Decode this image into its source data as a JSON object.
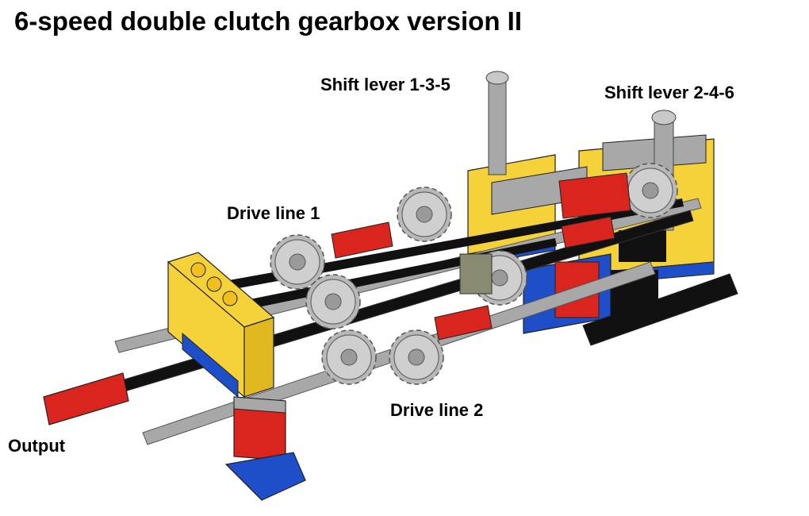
{
  "title": "6-speed double clutch gearbox version II",
  "labels": {
    "shift_lever_135": "Shift lever 1-3-5",
    "shift_lever_246": "Shift lever 2-4-6",
    "drive_line_1": "Drive line 1",
    "drive_line_2": "Drive line 2",
    "output": "Output"
  },
  "colors": {
    "yellow": "#f5d23a",
    "blue": "#1e4fc8",
    "red": "#d9251d",
    "gray": "#a8a8a8",
    "dark_gray": "#5a5a5a",
    "black": "#111111"
  }
}
